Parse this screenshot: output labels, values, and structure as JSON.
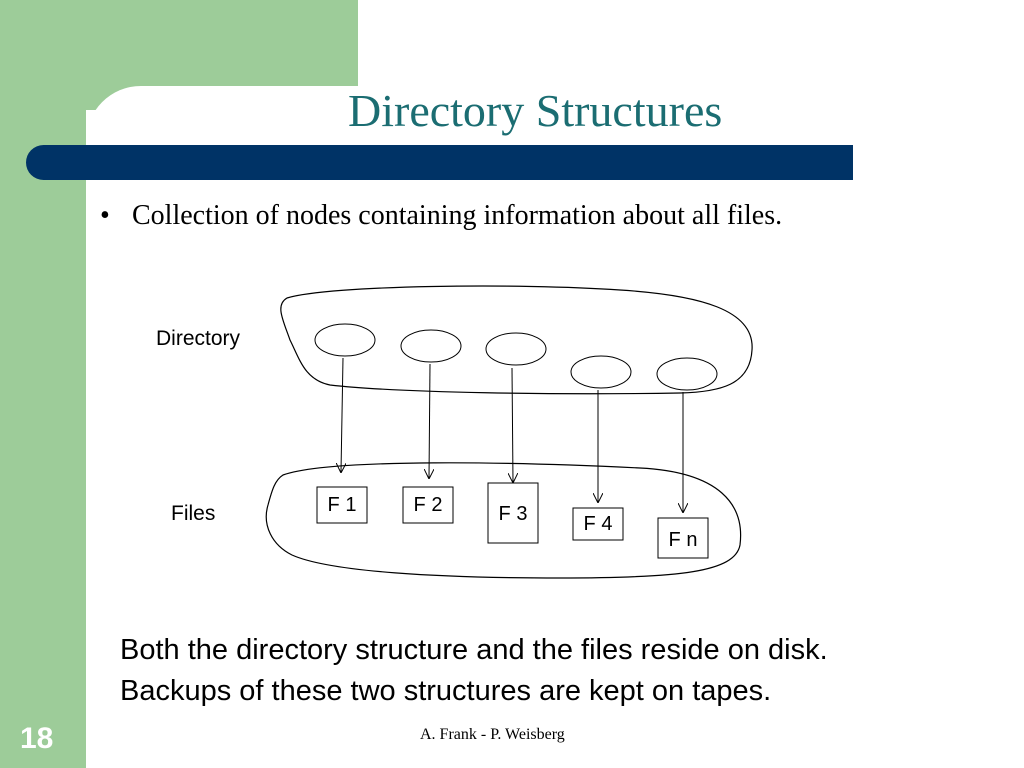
{
  "slide": {
    "title": "Directory Structures",
    "bullet": "Collection of nodes containing information about all files.",
    "number": "18",
    "footer": "A. Frank - P.  Weisberg"
  },
  "diagram": {
    "directory_label": "Directory",
    "files_label": "Files",
    "directory_nodes": 5,
    "files": [
      {
        "label": "F 1"
      },
      {
        "label": "F 2"
      },
      {
        "label": "F 3"
      },
      {
        "label": "F 4"
      },
      {
        "label": "F n"
      }
    ]
  },
  "summary": {
    "line1": "Both the directory structure and the files reside on disk.",
    "line2": "Backups of these two structures are kept on tapes."
  }
}
